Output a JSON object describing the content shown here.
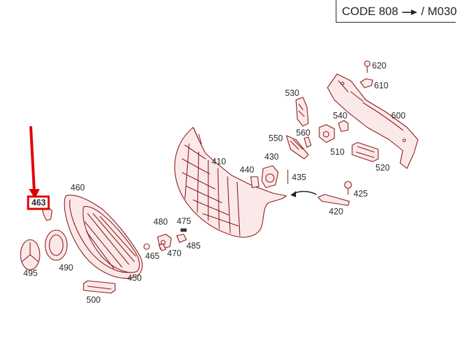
{
  "header": {
    "code_label": "CODE 808",
    "code_suffix": "/ M030"
  },
  "highlight": {
    "part_number": "463",
    "color": "#e00000"
  },
  "colors": {
    "part_stroke": "#8b1a1a",
    "part_fill": "#fbe9e9",
    "label": "#2a2a2a"
  },
  "parts": [
    {
      "id": "p620",
      "label": "620"
    },
    {
      "id": "p610",
      "label": "610"
    },
    {
      "id": "p600",
      "label": "600"
    },
    {
      "id": "p530",
      "label": "530"
    },
    {
      "id": "p540",
      "label": "540"
    },
    {
      "id": "p560",
      "label": "560"
    },
    {
      "id": "p550",
      "label": "550"
    },
    {
      "id": "p510",
      "label": "510"
    },
    {
      "id": "p520",
      "label": "520"
    },
    {
      "id": "p410",
      "label": "410"
    },
    {
      "id": "p430",
      "label": "430"
    },
    {
      "id": "p440",
      "label": "440"
    },
    {
      "id": "p435",
      "label": "435"
    },
    {
      "id": "p425",
      "label": "425"
    },
    {
      "id": "p420",
      "label": "420"
    },
    {
      "id": "p460",
      "label": "460"
    },
    {
      "id": "p480",
      "label": "480"
    },
    {
      "id": "p475",
      "label": "475"
    },
    {
      "id": "p485",
      "label": "485"
    },
    {
      "id": "p470",
      "label": "470"
    },
    {
      "id": "p465",
      "label": "465"
    },
    {
      "id": "p490",
      "label": "490"
    },
    {
      "id": "p495",
      "label": "495"
    },
    {
      "id": "p450",
      "label": "450"
    },
    {
      "id": "p500",
      "label": "500"
    }
  ]
}
